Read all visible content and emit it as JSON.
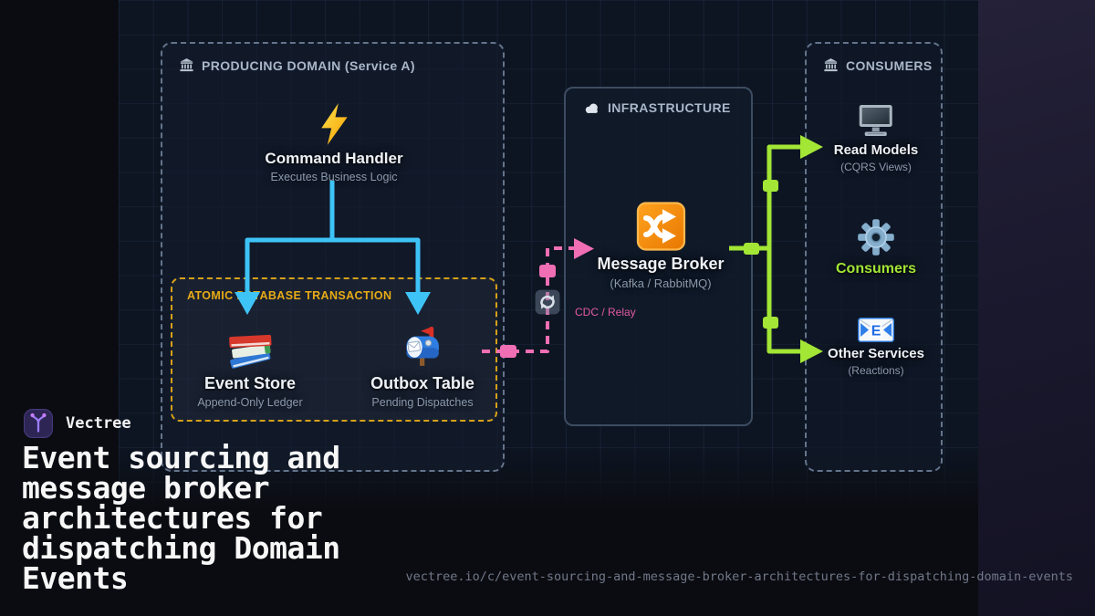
{
  "brand": {
    "name": "Vectree",
    "logo_icon": "vectree-branch-icon"
  },
  "title": {
    "text": "Event sourcing and message broker architectures for dispatching Domain Events"
  },
  "footer": {
    "url": "vectree.io/c/event-sourcing-and-message-broker-architectures-for-dispatching-domain-events"
  },
  "diagram": {
    "producing": {
      "header": "PRODUCING DOMAIN (Service A)",
      "header_icon": "classical-building-icon",
      "command_handler": {
        "icon": "lightning-bolt-icon",
        "title": "Command Handler",
        "subtitle": "Executes Business Logic"
      },
      "atomic": {
        "header": "ATOMIC DATABASE TRANSACTION",
        "event_store": {
          "icon": "books-icon",
          "title": "Event Store",
          "subtitle": "Append-Only Ledger"
        },
        "outbox": {
          "icon": "mailbox-icon",
          "title": "Outbox Table",
          "subtitle": "Pending Dispatches"
        }
      }
    },
    "infrastructure": {
      "header": "INFRASTRUCTURE",
      "header_icon": "cloud-icon",
      "message_broker": {
        "icon": "shuffle-icon",
        "title": "Message Broker",
        "subtitle": "(Kafka / RabbitMQ)"
      },
      "cdc_label": "CDC / Relay",
      "relay_icon": "refresh-arrows-icon"
    },
    "consumers": {
      "header": "CONSUMERS",
      "header_icon": "classical-building-icon",
      "read_models": {
        "icon": "desktop-computer-icon",
        "title": "Read Models",
        "subtitle": "(CQRS Views)"
      },
      "consumers_node": {
        "icon": "gear-icon",
        "title": "Consumers"
      },
      "other_services": {
        "icon": "email-icon",
        "title": "Other Services",
        "subtitle": "(Reactions)"
      }
    },
    "flows": {
      "command_flow_color": "#3ec3f7",
      "outbox_flow_color": "#f06eb4",
      "consume_flow_color": "#a3e635",
      "atomic_border_color": "#d7a018",
      "broker_icon_color": "#f28a16"
    }
  }
}
